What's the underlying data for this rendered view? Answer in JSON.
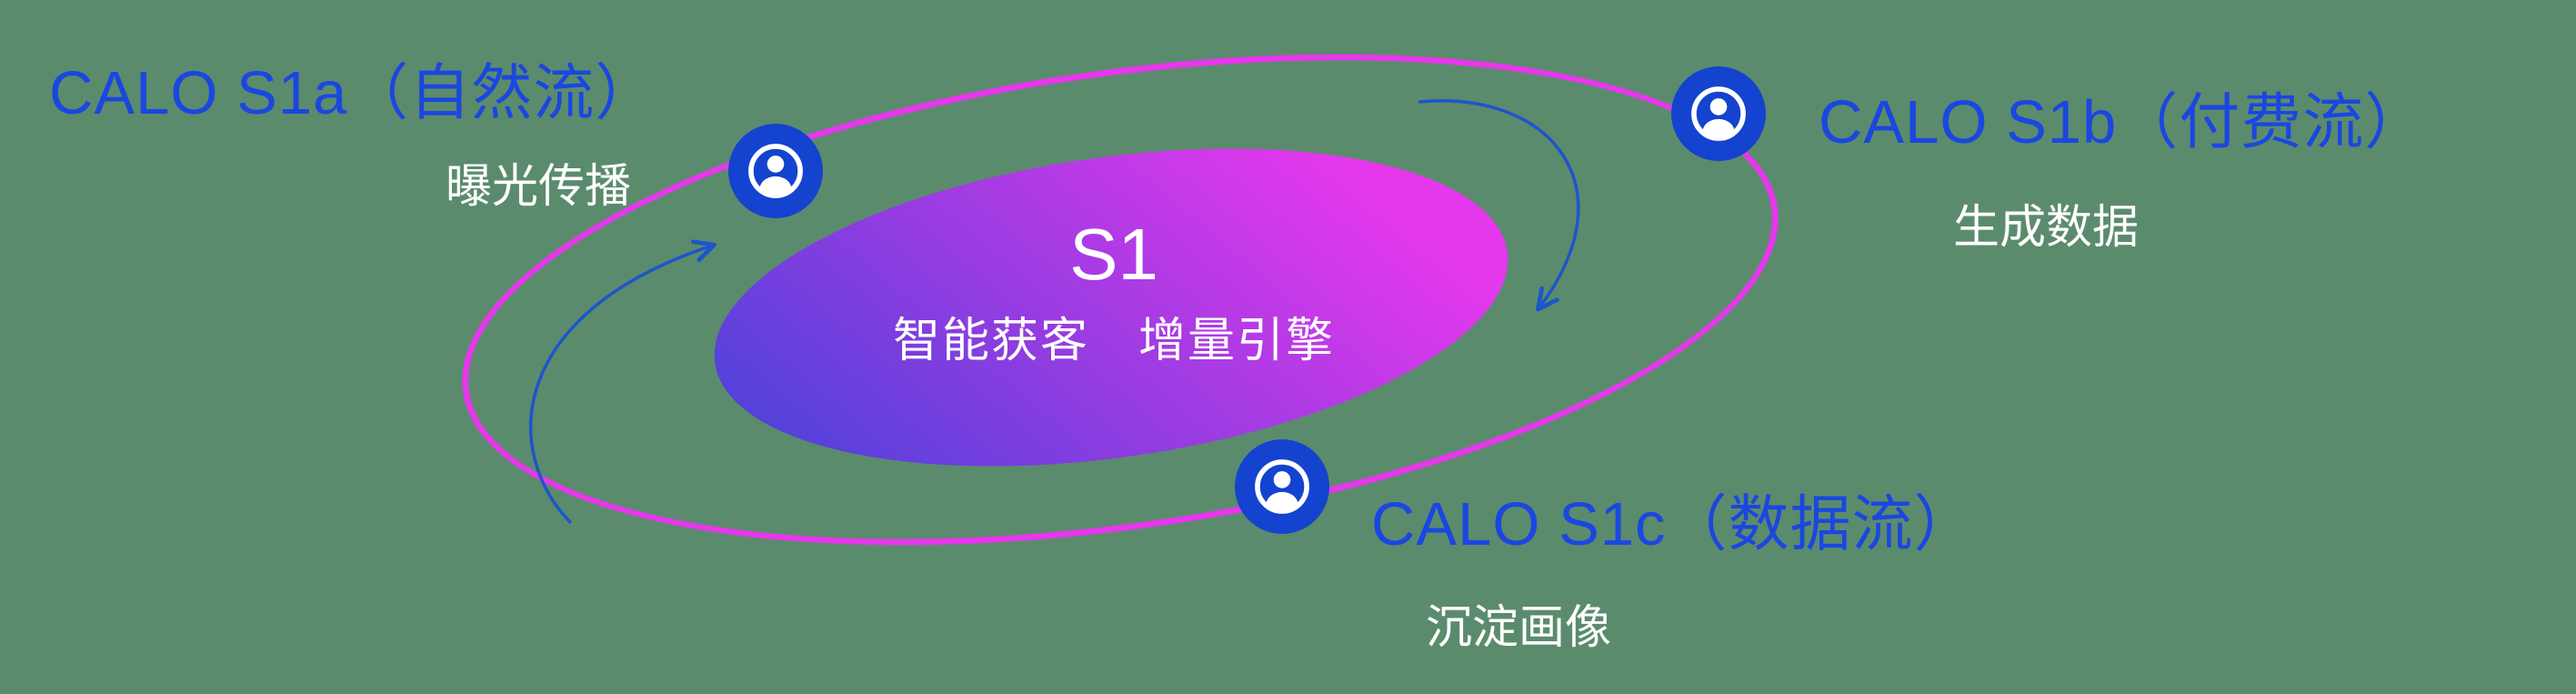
{
  "colors": {
    "background": "#5b8b6d",
    "label_blue": "#1a47e0",
    "ring_magenta": "#e538ea",
    "node_blue": "#1443cf",
    "arrow_blue": "#1d55cc",
    "text_white": "#ffffff",
    "gradient_start": "#4b42d9",
    "gradient_end": "#e438ec"
  },
  "center": {
    "title": "S1",
    "subtitle": "智能获客　增量引擎"
  },
  "nodes": {
    "s1a": {
      "title": "CALO S1a（自然流）",
      "subtitle": "曝光传播",
      "icon": "person-circle-icon"
    },
    "s1b": {
      "title": "CALO S1b（付费流）",
      "subtitle": "生成数据",
      "icon": "person-circle-icon"
    },
    "s1c": {
      "title": "CALO S1c（数据流）",
      "subtitle": "沉淀画像",
      "icon": "person-circle-icon"
    }
  }
}
